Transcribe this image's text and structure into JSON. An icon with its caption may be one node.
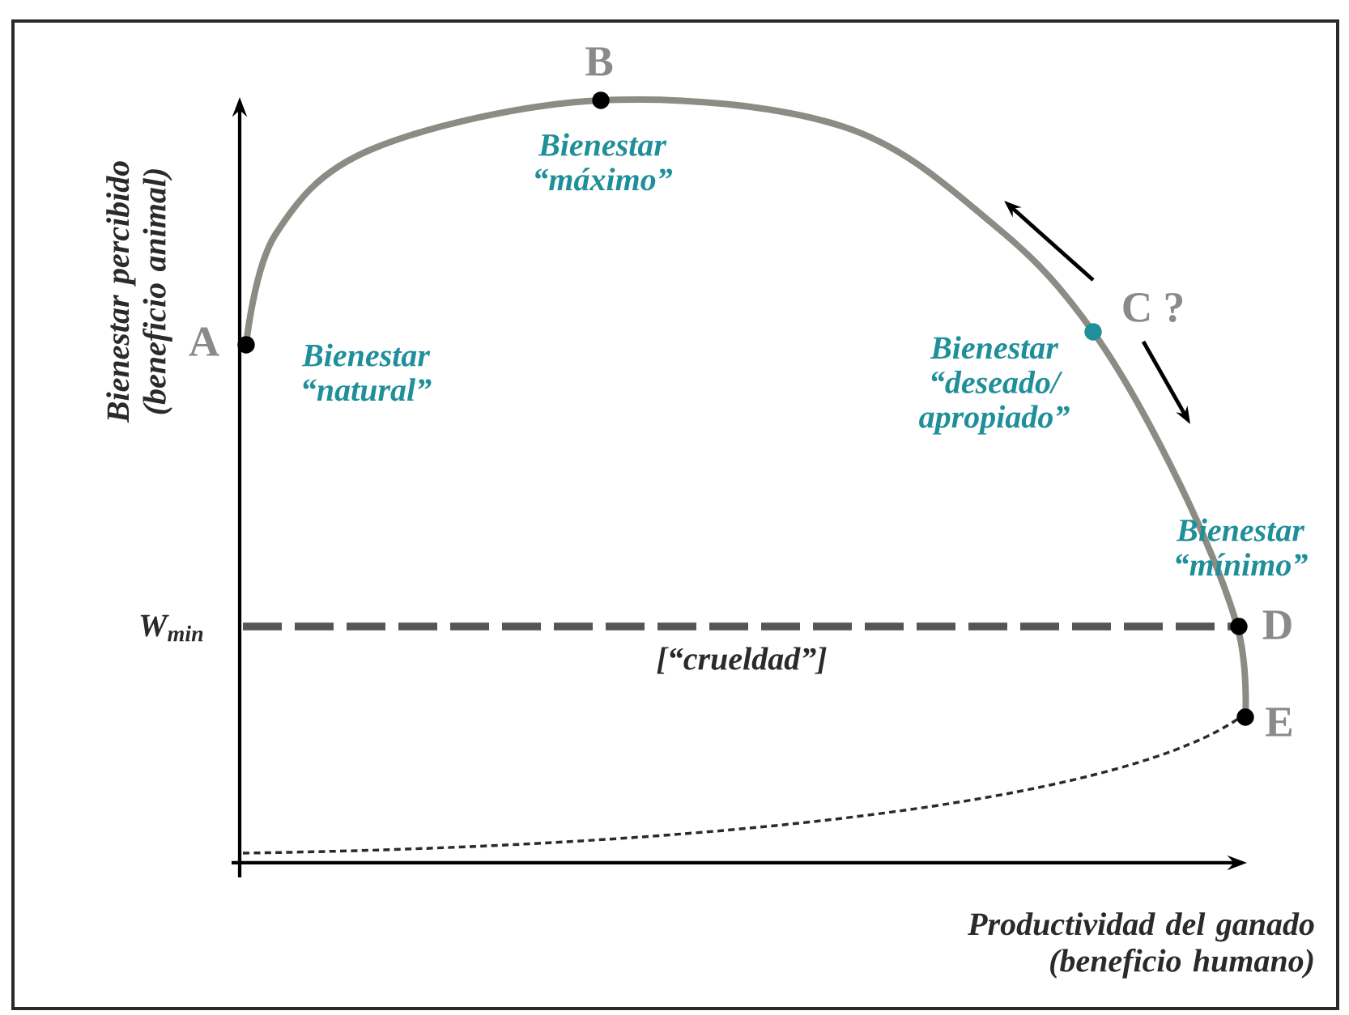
{
  "diagram": {
    "labels": [
      "B",
      "Bienestar “máximo”",
      "Bienestar percibido (beneficio animal)",
      "A",
      "Bienestar “natural”",
      "C ?",
      "Bienestar “deseado/ apropiado”",
      "Bienestar “mínimo”",
      "W$_{min}$",
      "D",
      "[“crueldad”]",
      "E",
      "Productividad del ganado (beneficio humano)"
    ]
  }
}
